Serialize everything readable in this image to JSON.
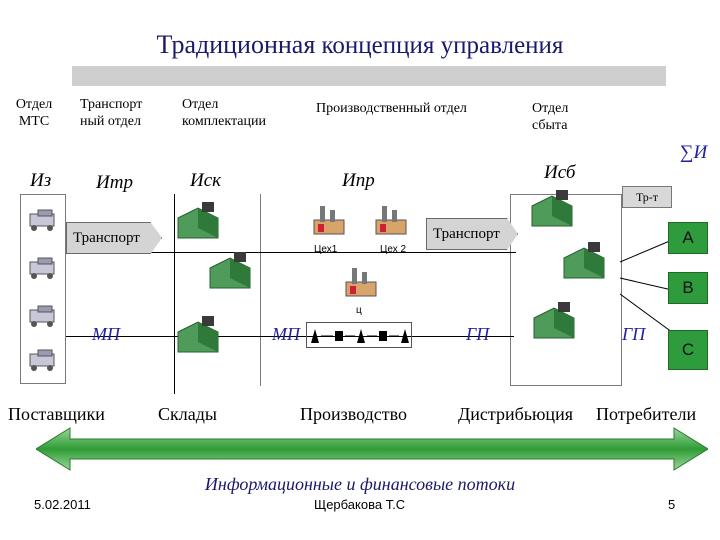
{
  "title": {
    "part1": "Традиционная",
    "part2": "концепция управления"
  },
  "departments": {
    "mts": "Отдел МТС",
    "transport": "Транспорт ный отдел",
    "komplekt": "Отдел комплектации",
    "production": "Производственный отдел",
    "sales": "Отдел сбыта"
  },
  "costs": {
    "iz": "Из",
    "itr": "Итр",
    "isk": "Иск",
    "ipr": "Ипр",
    "isb": "Исб",
    "sum": "∑И"
  },
  "labels": {
    "transport_left": "Транспорт",
    "transport_right": "Транспорт",
    "tr_t": "Тр-т",
    "shop1": "Цех1",
    "shop2": "Цех 2",
    "shop_c": "ц",
    "mp_left": "МП",
    "mp_mid": "МП",
    "gp_left": "ГП",
    "gp_right": "ГП"
  },
  "consumers": {
    "a": "А",
    "b": "В",
    "c": "С"
  },
  "bottom": {
    "suppliers": "Поставщики",
    "warehouses": "Склады",
    "production": "Производство",
    "distribution": "Дистрибьюция",
    "consumers": "Потребители"
  },
  "flows": "Информационные и финансовые потоки",
  "footer": {
    "date": "5.02.2011",
    "author": "Щербакова Т.С",
    "page": "5"
  },
  "colors": {
    "title": "#1a1a6a",
    "consumer_box": "#2e9c3c",
    "flow_arrow": "#3aa63a"
  }
}
